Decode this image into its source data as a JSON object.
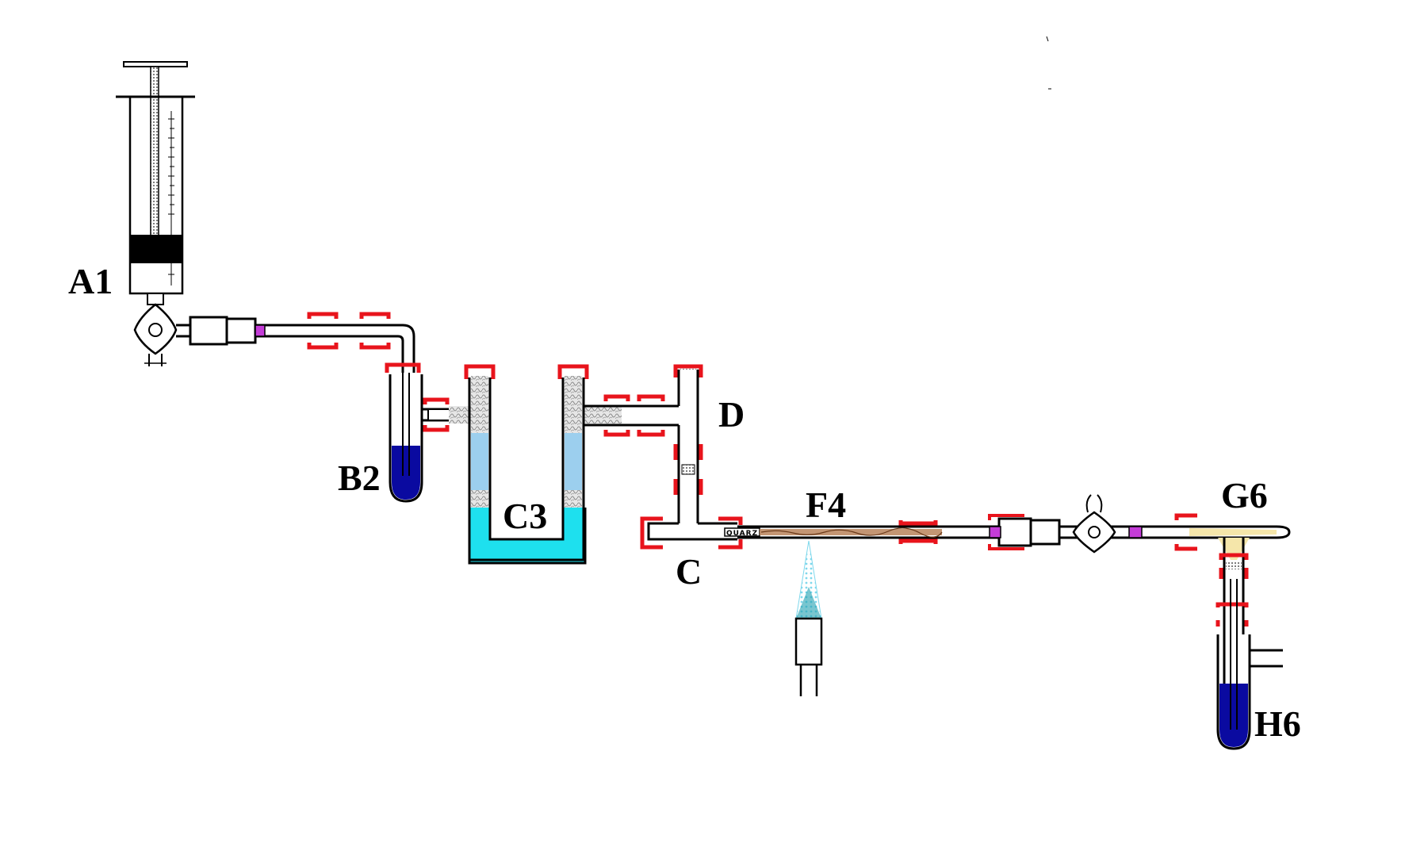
{
  "labels": {
    "a1": "A1",
    "b2": "B2",
    "c3": "C3",
    "c": "C",
    "d": "D",
    "f4": "F4",
    "g6": "G6",
    "h6": "H6",
    "quartz": "QUARZ"
  },
  "colors": {
    "clamp": "#e8141c",
    "tube": "#000000",
    "blue_liquid": "#0a0aa0",
    "cyan_bath": "#1ee0ee",
    "light_blue": "#9ccfee",
    "packing": "#c8c8c8",
    "sample": "#b9825a",
    "yellow_fill": "#f5e6aa",
    "flame": "#7fd8ec",
    "valve_magenta": "#c43cd8"
  }
}
